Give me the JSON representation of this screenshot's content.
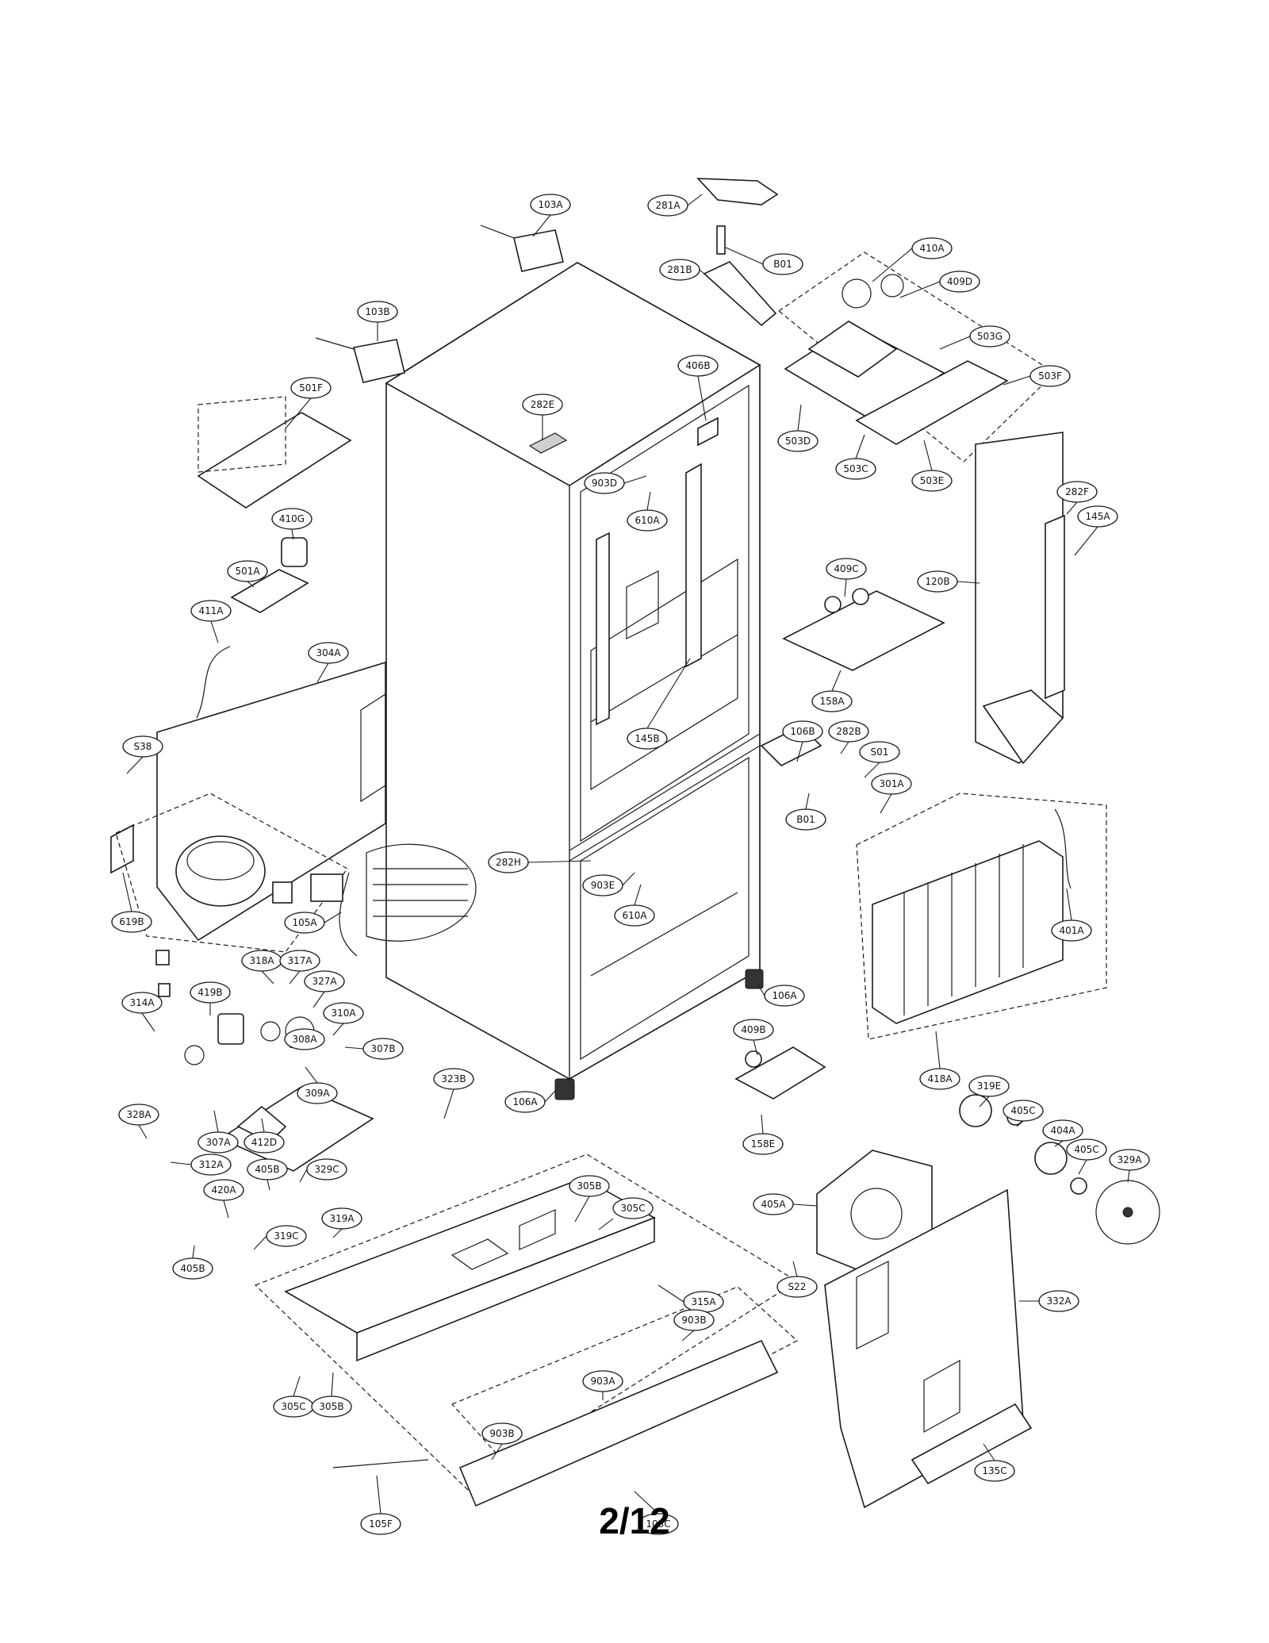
{
  "page_number": "2/12",
  "part_labels": [
    "103A",
    "281A",
    "B01",
    "410A",
    "281B",
    "409D",
    "103B",
    "503G",
    "406B",
    "503F",
    "501F",
    "282E",
    "503D",
    "503C",
    "503E",
    "903D",
    "610A",
    "410G",
    "282F",
    "145A",
    "409C",
    "120B",
    "501A",
    "411A",
    "304A",
    "158A",
    "145B",
    "106B",
    "282B",
    "S38",
    "S01",
    "301A",
    "B01",
    "282H",
    "903E",
    "610A",
    "401A",
    "619B",
    "105A",
    "318A",
    "317A",
    "327A",
    "419B",
    "310A",
    "106A",
    "314A",
    "308A",
    "307B",
    "409B",
    "418A",
    "323B",
    "106A",
    "309A",
    "319E",
    "405C",
    "404A",
    "328A",
    "307A",
    "412D",
    "158E",
    "405C",
    "329A",
    "312A",
    "405B",
    "329C",
    "305B",
    "405A",
    "420A",
    "305C",
    "319A",
    "319C",
    "405B",
    "S22",
    "315A",
    "332A",
    "903B",
    "903A",
    "305C",
    "305B",
    "903B",
    "135C",
    "105F",
    "103C"
  ]
}
